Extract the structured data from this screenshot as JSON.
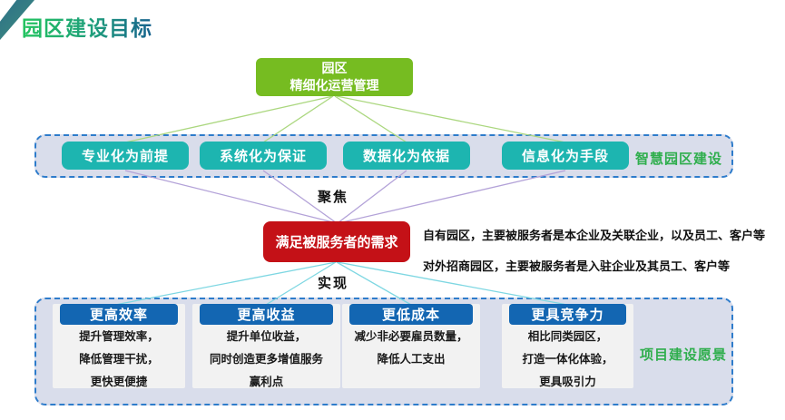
{
  "title": "园区建设目标",
  "root_node": {
    "line1": "园区",
    "line2": "精细化运营管理"
  },
  "pillars": {
    "items": [
      "专业化为前提",
      "系统化为保证",
      "数据化为依据",
      "信息化为手段"
    ],
    "label": "智慧园区建设"
  },
  "focus_label": "聚焦",
  "core_need": "满足被服务者的需求",
  "notes": [
    "自有园区，主要被服务者是本企业及关联企业，以及员工、客户等",
    "对外招商园区，主要被服务者是入驻企业及其员工、客户等"
  ],
  "realize_label": "实现",
  "vision": {
    "label": "项目建设愿景",
    "cards": [
      {
        "title": "更高效率",
        "lines": [
          "提升管理效率，",
          "降低管理干扰，",
          "更快更便捷"
        ]
      },
      {
        "title": "更高收益",
        "lines": [
          "提升单位收益，",
          "同时创造更多增值服务",
          "赢利点"
        ]
      },
      {
        "title": "更低成本",
        "lines": [
          "减少非必要雇员数量，",
          "降低人工支出"
        ]
      },
      {
        "title": "更具竞争力",
        "lines": [
          "相比同类园区，",
          "打造一体化体验，",
          "更具吸引力"
        ]
      }
    ]
  },
  "colors": {
    "accent-green": "#76bc21",
    "pillar-teal": "#1db5b0",
    "core-red": "#c41117",
    "header-blue": "#1366b2",
    "label-green": "#2fae4d",
    "container-fill": "#d9ddeb",
    "container-border": "#2e7ccb",
    "line-green": "#abd77f",
    "line-purple": "#b3a2d8",
    "line-cyan": "#7ed7e2",
    "ribbon-dark": "#2c7089",
    "ribbon-teal": "#3f8d7c"
  }
}
